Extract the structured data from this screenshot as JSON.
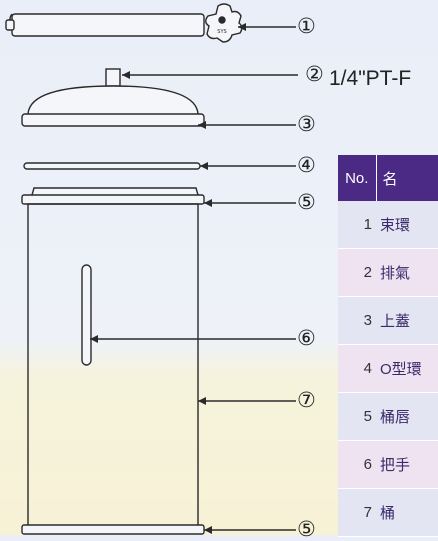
{
  "callouts": [
    {
      "mark": "①"
    },
    {
      "mark": "②",
      "note": "1/4\"PT-F"
    },
    {
      "mark": "③"
    },
    {
      "mark": "④"
    },
    {
      "mark": "⑤"
    },
    {
      "mark": "⑥"
    },
    {
      "mark": "⑦"
    },
    {
      "mark": "⑤"
    }
  ],
  "wing_nut_text": "SYS",
  "table": {
    "headers": {
      "no": "No.",
      "name": "名"
    },
    "rows": [
      {
        "no": "1",
        "name": "束環"
      },
      {
        "no": "2",
        "name": "排氣"
      },
      {
        "no": "3",
        "name": "上蓋"
      },
      {
        "no": "4",
        "name": "O型環"
      },
      {
        "no": "5",
        "name": "桶唇"
      },
      {
        "no": "6",
        "name": "把手"
      },
      {
        "no": "7",
        "name": "桶"
      }
    ]
  },
  "colors": {
    "outline": "#2a2a2a",
    "header_bg": "#4b2a86",
    "row_a": "#e4e5f2",
    "row_b": "#efe3f2"
  }
}
